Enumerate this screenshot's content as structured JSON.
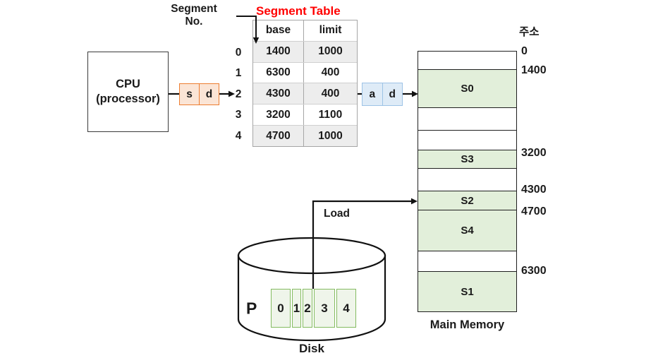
{
  "title": "Segment Table",
  "labels": {
    "segment_no_line1": "Segment",
    "segment_no_line2": "No.",
    "cpu_line1": "CPU",
    "cpu_line2": "(processor)",
    "load": "Load",
    "disk": "Disk",
    "process": "P",
    "main_memory": "Main Memory",
    "address_korean": "주소"
  },
  "registers": {
    "cpu": [
      "s",
      "d"
    ],
    "memory": [
      "a",
      "d"
    ]
  },
  "segment_table": {
    "headers": [
      "base",
      "limit"
    ],
    "row_numbers": [
      "0",
      "1",
      "2",
      "3",
      "4"
    ],
    "rows": [
      {
        "base": "1400",
        "limit": "1000"
      },
      {
        "base": "6300",
        "limit": "400"
      },
      {
        "base": "4300",
        "limit": "400"
      },
      {
        "base": "3200",
        "limit": "1100"
      },
      {
        "base": "4700",
        "limit": "1000"
      }
    ]
  },
  "memory": {
    "blocks": [
      {
        "label": "S0"
      },
      {
        "label": "S3"
      },
      {
        "label": "S2"
      },
      {
        "label": "S4"
      },
      {
        "label": "S1"
      }
    ],
    "addresses": [
      "0",
      "1400",
      "3200",
      "4300",
      "4700",
      "6300"
    ]
  },
  "disk": {
    "segments": [
      "0",
      "1",
      "2",
      "3",
      "4"
    ]
  },
  "colors": {
    "title_red": "#FF0000",
    "register_sd_border": "#ED7D31",
    "register_sd_fill": "#FBE5D6",
    "register_ad_border": "#9DC3E6",
    "register_ad_fill": "#DEEBF7",
    "segment_green_fill": "#E2EFDA",
    "disk_cell_border": "#84BB60",
    "disk_cell_fill": "#EFF5EA",
    "table_shade": "#EDEDED",
    "table_border": "#A6A6A6"
  }
}
